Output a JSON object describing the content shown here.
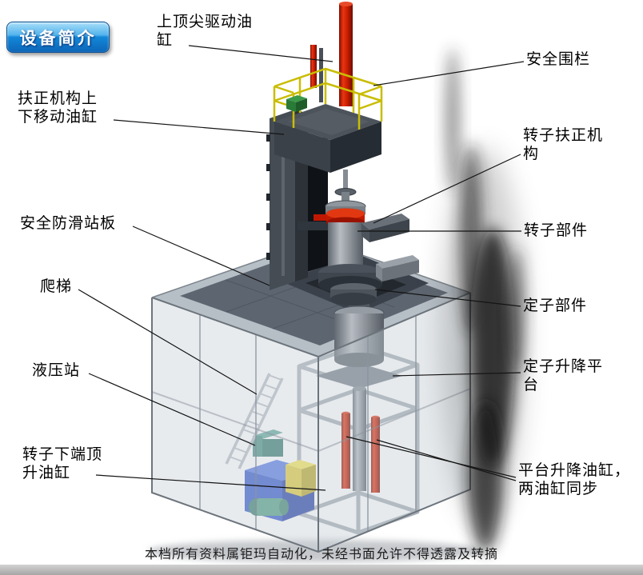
{
  "badge": {
    "label": "设备简介"
  },
  "labels": {
    "top_spindle_cylinder": "上顶尖驱动油\n缸",
    "safety_fence": "安全围栏",
    "centering_move_cylinder": "扶正机构上\n下移动油缸",
    "rotor_centering_mechanism": "转子扶正机\n构",
    "antislip_platform": "安全防滑站板",
    "rotor_parts": "转子部件",
    "ladder": "爬梯",
    "hydraulic_station": "液压站",
    "stator_parts": "定子部件",
    "stator_lift_platform": "定子升降平\n台",
    "rotor_bottom_jack_cylinder": "转子下端顶\n升油缸",
    "platform_lift_cylinders": "平台升降油缸，\n两油缸同步"
  },
  "footer": {
    "text": "本档所有资料属钜玛自动化，未经书面允许不得透露及转摘"
  },
  "colors": {
    "badge_blue": "#1178cc",
    "cylinder_red": "#c81e00",
    "railing_yellow": "#c9bd04",
    "hydraulic_blue": "#2b50c8",
    "steel_dark": "#454c54",
    "enclosure_gray": "#c4ccd3",
    "label_text": "#000000"
  }
}
